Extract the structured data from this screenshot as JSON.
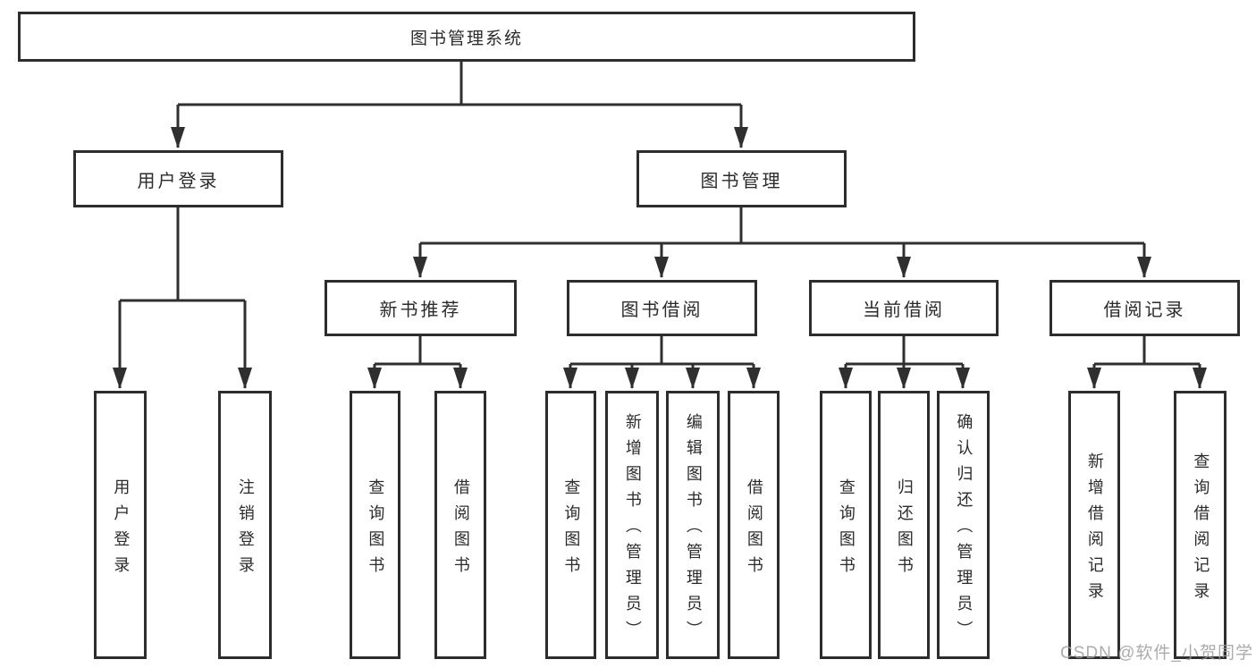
{
  "diagram": {
    "nodes": {
      "root": "图书管理系统",
      "user_login": "用户登录",
      "book_mgmt": "图书管理",
      "new_book": "新书推荐",
      "book_borrow": "图书借阅",
      "current_borrow": "当前借阅",
      "borrow_record": "借阅记录",
      "ul_login": "用户登录",
      "ul_logout": "注销登录",
      "nb_query": "查询图书",
      "nb_borrow": "借阅图书",
      "bb_query": "查询图书",
      "bb_add": "新增图书（管理员）",
      "bb_edit": "编辑图书（管理员）",
      "bb_borrow": "借阅图书",
      "cb_query": "查询图书",
      "cb_return": "归还图书",
      "cb_confirm": "确认归还（管理员）",
      "br_add": "新增借阅记录",
      "br_query": "查询借阅记录"
    },
    "colors": {
      "line": "#2f2f2f",
      "box_border": "#2d2d2d",
      "text": "#2b2b2b",
      "background": "#ffffff",
      "watermark": "#9d9d9d"
    }
  },
  "watermark": {
    "text": "CSDN @软件_小贺同学"
  }
}
